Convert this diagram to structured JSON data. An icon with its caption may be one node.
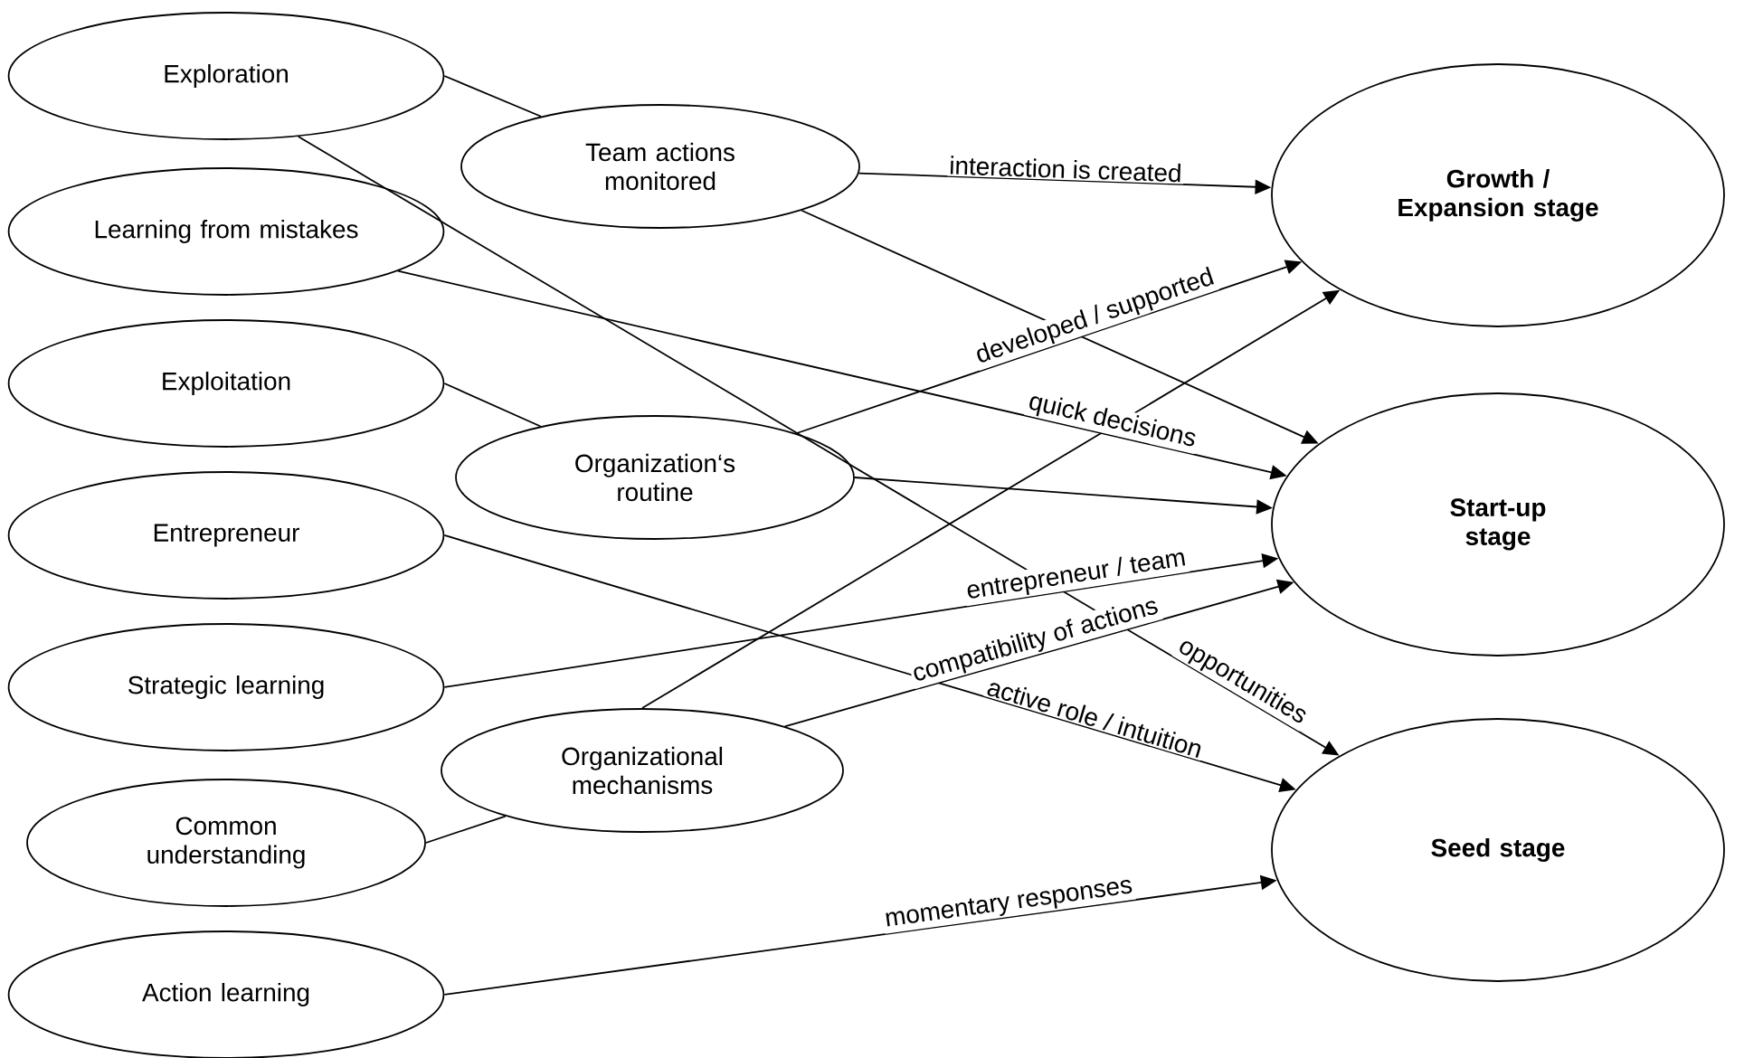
{
  "diagram": {
    "nodes": [
      {
        "text": [
          "Exploration"
        ]
      },
      {
        "text": [
          "Learning from mistakes"
        ]
      },
      {
        "text": [
          "Exploitation"
        ]
      },
      {
        "text": [
          "Entrepreneur"
        ]
      },
      {
        "text": [
          "Strategic learning"
        ]
      },
      {
        "text": [
          "Common understanding"
        ]
      },
      {
        "text": [
          "Action learning"
        ]
      },
      {
        "text": [
          "Team actions monitored"
        ]
      },
      {
        "text": [
          "Organization‘s routine"
        ]
      },
      {
        "text": [
          "Organizational mechanisms"
        ]
      },
      {
        "text": [
          "**Growth / Expansion stage**"
        ]
      },
      {
        "text": [
          "**Start-up stage**"
        ]
      },
      {
        "text": [
          "**Seed stage**"
        ]
      }
    ],
    "edges": [
      {
        "from": 0,
        "to": 7,
        "arrow": "none"
      },
      {
        "from": 0,
        "to": 12,
        "arrow": "to",
        "label": "opportunities"
      },
      {
        "from": 7,
        "to": 10,
        "arrow": "to",
        "label": "interaction is created"
      },
      {
        "from": 7,
        "to": 11,
        "arrow": "to"
      },
      {
        "from": 1,
        "to": 11,
        "arrow": "to",
        "label": "quick decisions"
      },
      {
        "from": 2,
        "to": 8,
        "arrow": "none"
      },
      {
        "from": 8,
        "to": 10,
        "arrow": "to",
        "label": "developed / supported"
      },
      {
        "from": 8,
        "to": 11,
        "arrow": "to"
      },
      {
        "from": 4,
        "to": 11,
        "arrow": "to",
        "label": "entrepreneur / team"
      },
      {
        "from": 9,
        "to": 10,
        "arrow": "to"
      },
      {
        "from": 9,
        "to": 11,
        "arrow": "to",
        "label": "compatibility of actions"
      },
      {
        "from": 5,
        "to": 9,
        "arrow": "none"
      },
      {
        "from": 3,
        "to": 12,
        "arrow": "to",
        "label": "active role / intuition"
      },
      {
        "from": 6,
        "to": 12,
        "arrow": "to",
        "label": "momentary responses"
      }
    ]
  }
}
